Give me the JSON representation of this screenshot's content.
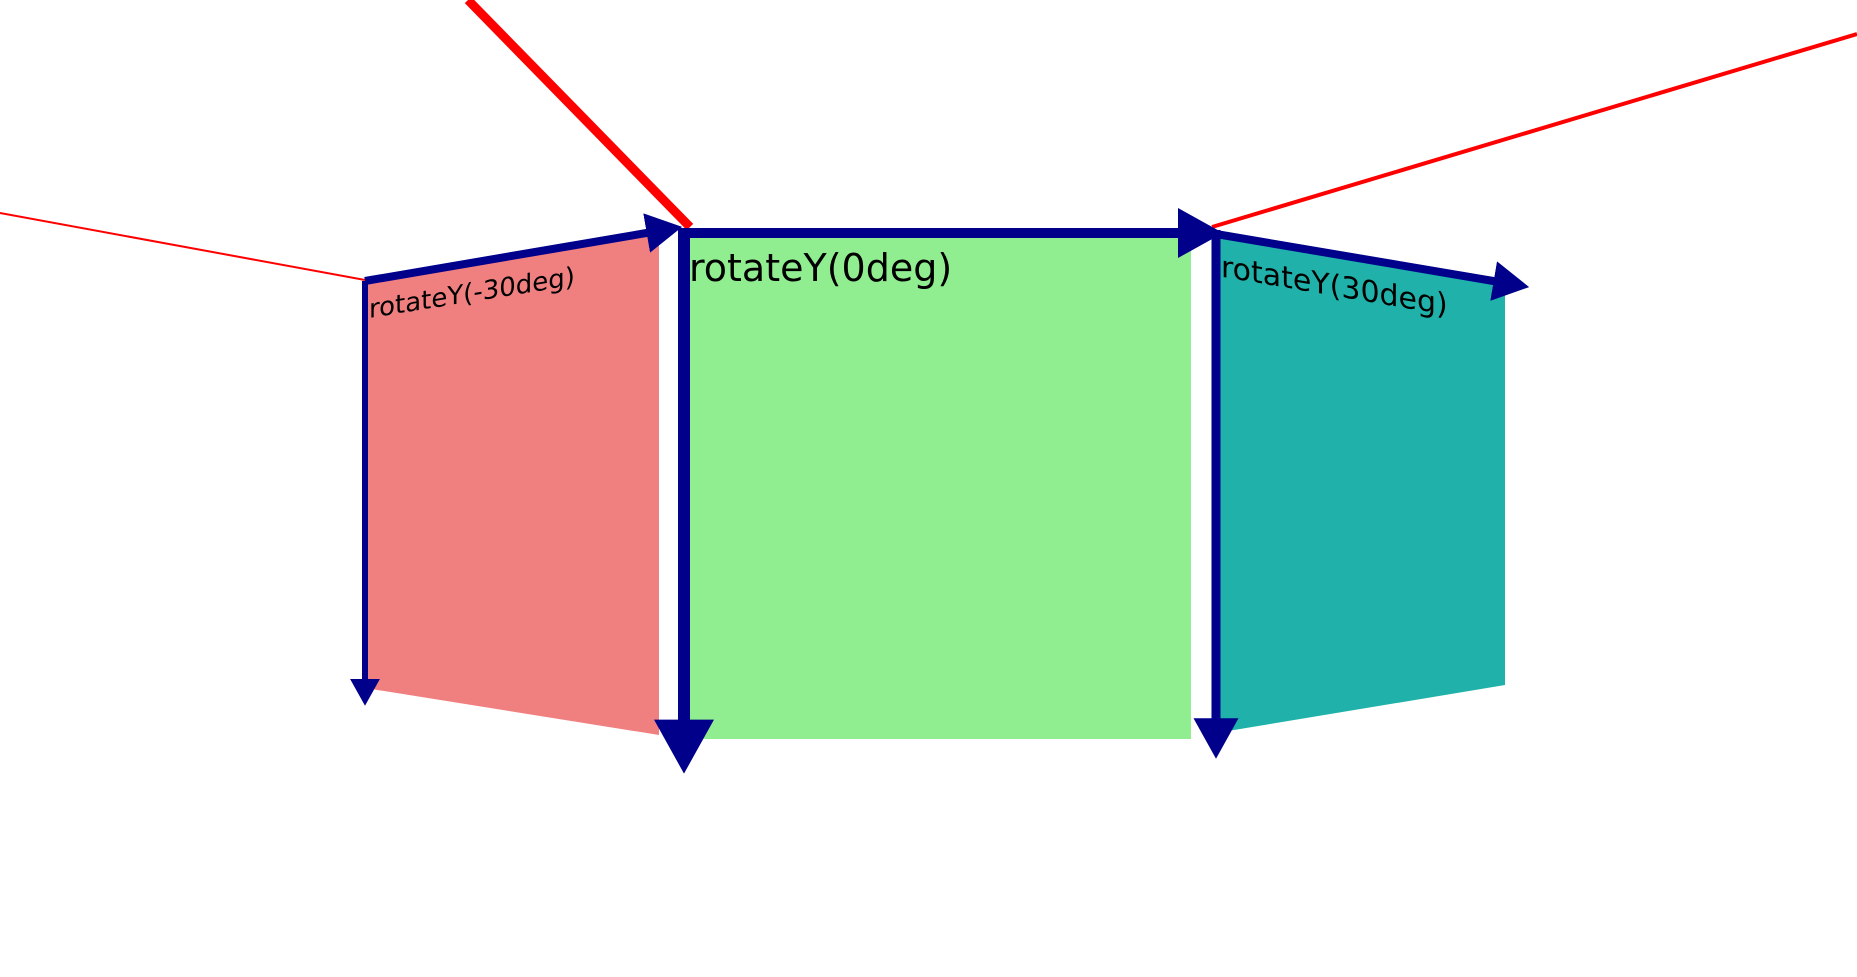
{
  "panels": {
    "left": {
      "label": "rotateY(-30deg)",
      "fill": "#f08080"
    },
    "center": {
      "label": "rotateY(0deg)",
      "fill": "#90ee90"
    },
    "right": {
      "label": "rotateY(30deg)",
      "fill": "#20b2aa"
    }
  },
  "colors": {
    "axis": "#00008b",
    "perspective_line": "#ff0000",
    "background": "#ffffff"
  }
}
